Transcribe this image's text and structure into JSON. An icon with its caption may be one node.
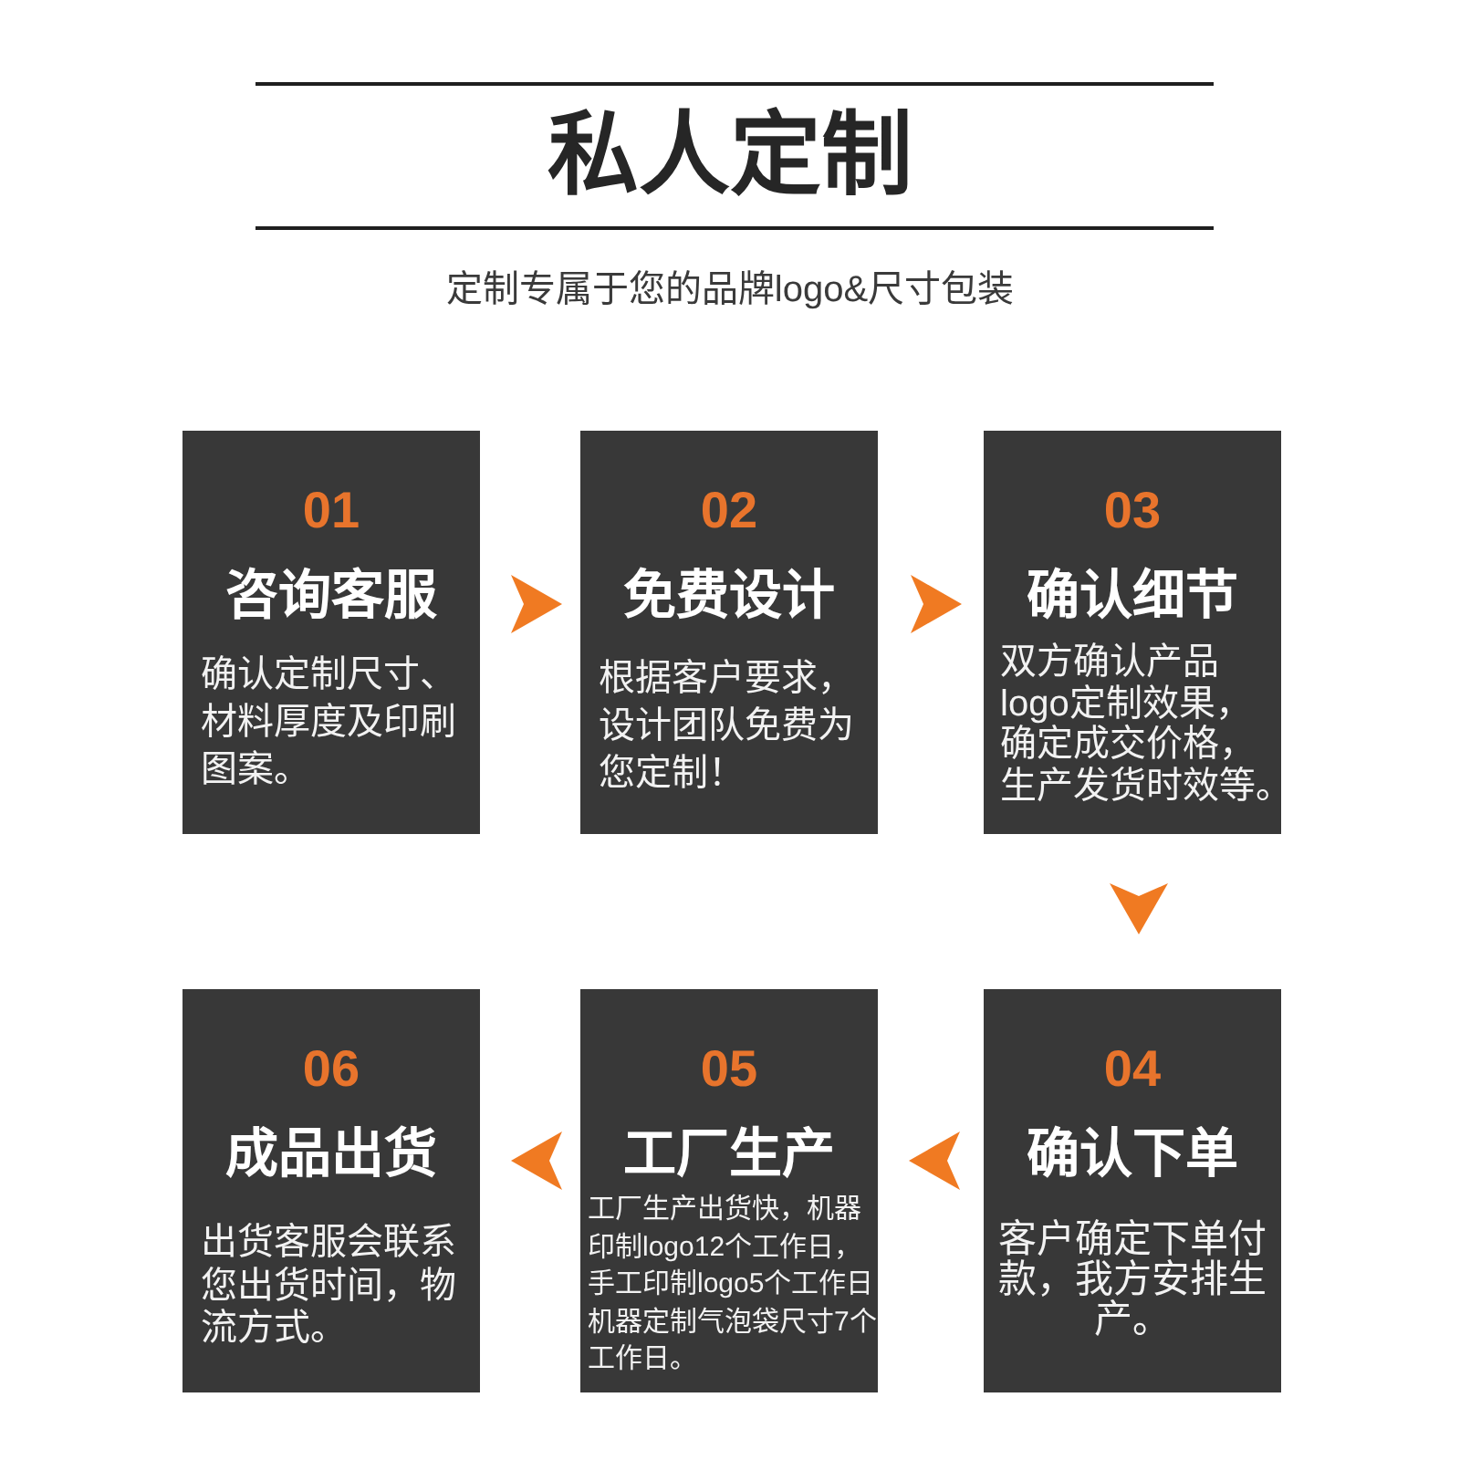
{
  "diagram": {
    "title": "私人定制",
    "nodes": [
      {
        "text": [
          "01",
          "咨询客服",
          "确认定制尺寸、材料厚度及印刷图案。"
        ]
      },
      {
        "text": [
          "02",
          "免费设计",
          "根据客户要求，设计团队免费为您定制！"
        ]
      },
      {
        "text": [
          "03",
          "确认细节",
          "双方确认产品logo定制效果，确定成交价格，生产发货时效等。"
        ]
      },
      {
        "text": [
          "04",
          "确认下单",
          "客户确定下单付款，我方安排生产。"
        ]
      },
      {
        "text": [
          "05",
          "工厂生产",
          "工厂生产出货快，机器印制logo12个工作日，手工印制logo5个工作日机器定制气泡袋尺寸7个工作日。"
        ]
      },
      {
        "text": [
          "06",
          "成品出货",
          "出货客服会联系您出货时间，物流方式。"
        ]
      }
    ],
    "edges": [
      {
        "from": 0,
        "to": 1,
        "arrow": "to"
      },
      {
        "from": 1,
        "to": 2,
        "arrow": "to"
      },
      {
        "from": 2,
        "to": 3,
        "arrow": "to"
      },
      {
        "from": 3,
        "to": 4,
        "arrow": "to"
      },
      {
        "from": 4,
        "to": 5,
        "arrow": "to"
      }
    ],
    "labels": [
      "定制专属于您的品牌logo&尺寸包装"
    ]
  }
}
